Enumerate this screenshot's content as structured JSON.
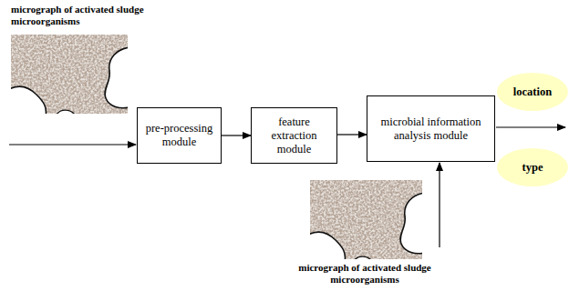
{
  "diagram": {
    "nodes": [
      {
        "text": [
          "pre-processing module"
        ]
      },
      {
        "text": [
          "feature extraction module"
        ]
      },
      {
        "text": [
          "microbial information analysis module"
        ]
      },
      {
        "text": [
          "location"
        ]
      },
      {
        "text": [
          "type"
        ]
      }
    ],
    "edges": [
      {
        "from": 0,
        "to": 1,
        "arrow": "to"
      },
      {
        "from": 1,
        "to": 2,
        "arrow": "to"
      }
    ],
    "labels": [
      "micrograph of activated sludge microorganisms",
      "micrograph of activated sludge microorganisms"
    ]
  }
}
